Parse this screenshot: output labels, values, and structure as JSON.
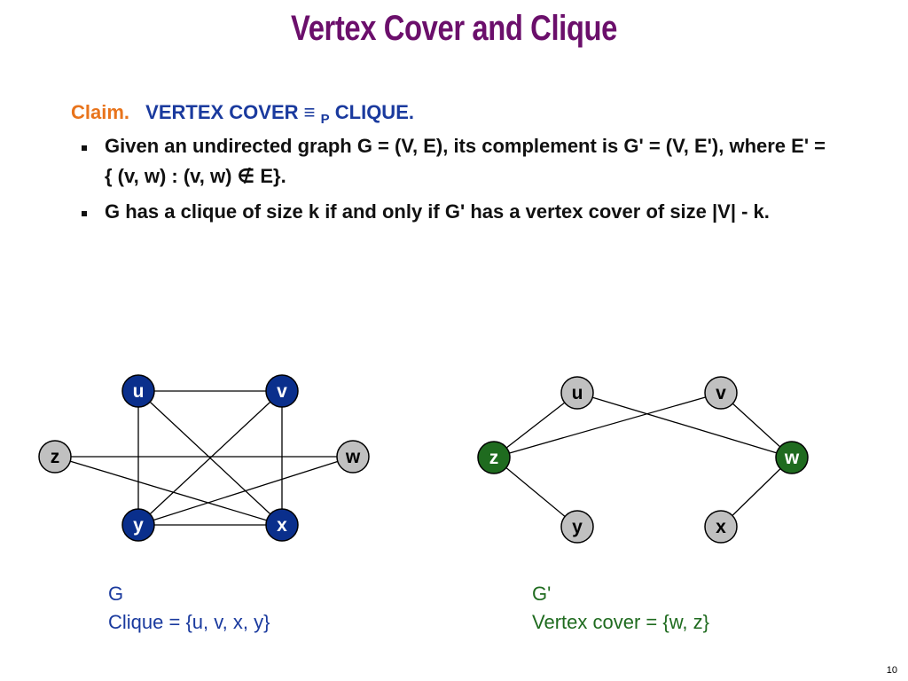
{
  "slide": {
    "title": "Vertex Cover and Clique",
    "claim": {
      "label": "Claim.",
      "before": "VERTEX COVER ≡",
      "sub": "P",
      "after": "CLIQUE."
    },
    "bullets": [
      "Given an undirected graph G = (V, E), its complement is G' = (V, E'), where E' = { (v, w) : (v, w) ∉ E}.",
      "G has a clique of size k if and only if G' has a vertex cover of size |V| - k."
    ],
    "page_number": "10"
  },
  "graph_g": {
    "caption": "G",
    "subcaption": "Clique = {u, v, x, y}",
    "nodes": [
      {
        "id": "u",
        "label": "u",
        "fill": "#0a2f8c",
        "text": "#ffffff"
      },
      {
        "id": "v",
        "label": "v",
        "fill": "#0a2f8c",
        "text": "#ffffff"
      },
      {
        "id": "z",
        "label": "z",
        "fill": "#c0c0c0",
        "text": "#000000"
      },
      {
        "id": "w",
        "label": "w",
        "fill": "#c0c0c0",
        "text": "#000000"
      },
      {
        "id": "y",
        "label": "y",
        "fill": "#0a2f8c",
        "text": "#ffffff"
      },
      {
        "id": "x",
        "label": "x",
        "fill": "#0a2f8c",
        "text": "#ffffff"
      }
    ],
    "edges": [
      [
        "u",
        "v"
      ],
      [
        "u",
        "y"
      ],
      [
        "u",
        "x"
      ],
      [
        "v",
        "y"
      ],
      [
        "v",
        "x"
      ],
      [
        "y",
        "x"
      ],
      [
        "z",
        "w"
      ],
      [
        "z",
        "x"
      ],
      [
        "w",
        "y"
      ]
    ]
  },
  "graph_gp": {
    "caption": "G'",
    "subcaption": "Vertex cover = {w, z}",
    "nodes": [
      {
        "id": "u",
        "label": "u",
        "fill": "#c0c0c0",
        "text": "#000000"
      },
      {
        "id": "v",
        "label": "v",
        "fill": "#c0c0c0",
        "text": "#000000"
      },
      {
        "id": "z",
        "label": "z",
        "fill": "#1f6b1f",
        "text": "#ffffff"
      },
      {
        "id": "w",
        "label": "w",
        "fill": "#1f6b1f",
        "text": "#ffffff"
      },
      {
        "id": "y",
        "label": "y",
        "fill": "#c0c0c0",
        "text": "#000000"
      },
      {
        "id": "x",
        "label": "x",
        "fill": "#c0c0c0",
        "text": "#000000"
      }
    ],
    "edges": [
      [
        "u",
        "z"
      ],
      [
        "u",
        "w"
      ],
      [
        "v",
        "z"
      ],
      [
        "v",
        "w"
      ],
      [
        "z",
        "y"
      ],
      [
        "w",
        "x"
      ]
    ]
  }
}
